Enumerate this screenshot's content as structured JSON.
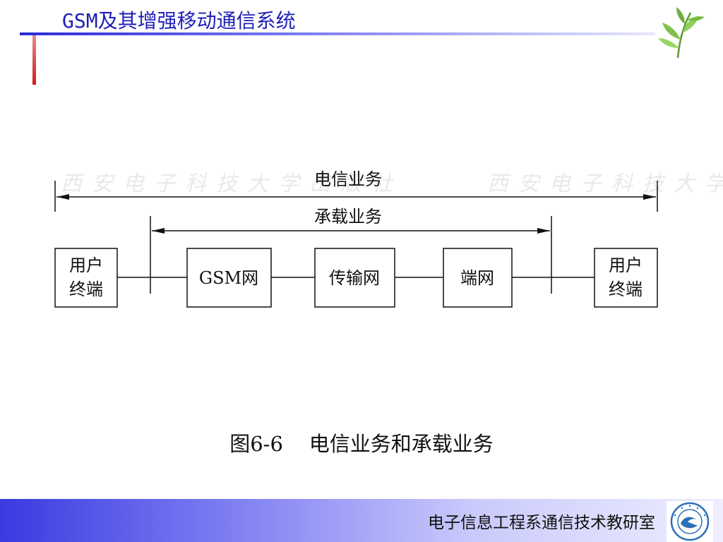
{
  "header": {
    "title": "GSM及其增强移动通信系统"
  },
  "diagram": {
    "telecom_service": "电信业务",
    "bearer_service": "承载业务",
    "nodes": [
      {
        "line1": "用户",
        "line2": "终端"
      },
      {
        "label": "GSM网"
      },
      {
        "label": "传输网"
      },
      {
        "label": "端网"
      },
      {
        "line1": "用户",
        "line2": "终端"
      }
    ],
    "watermark": "西安电子科技大学出版社"
  },
  "caption": {
    "figure_number": "图6-6",
    "text": "电信业务和承载业务"
  },
  "footer": {
    "department": "电子信息工程系通信技术教研室"
  },
  "colors": {
    "title_blue": "#1f1fb8",
    "accent_red": "#d11a1a",
    "footer_blue": "#3a3ae0"
  }
}
